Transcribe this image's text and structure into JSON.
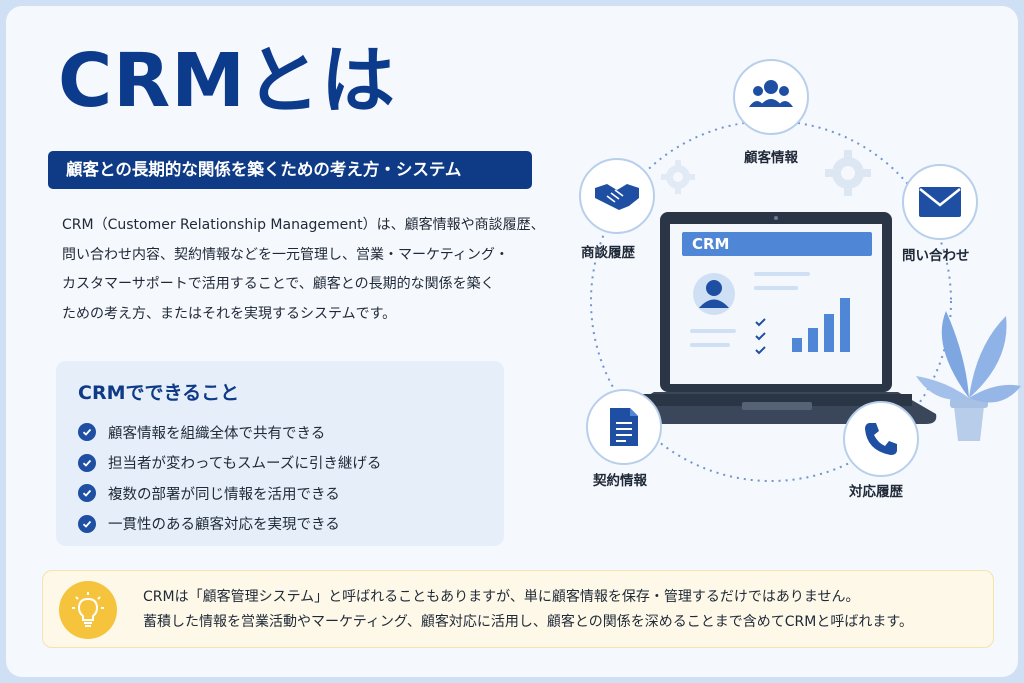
{
  "title": "CRMとは",
  "subtitle": "顧客との長期的な関係を築くための考え方・システム",
  "description": [
    "CRM（Customer Relationship Management）は、顧客情報や商談履歴、",
    "問い合わせ内容、契約情報などを一元管理し、営業・マーケティング・",
    "カスタマーサポートで活用することで、顧客との長期的な関係を築く",
    "ための考え方、またはそれを実現するシステムです。"
  ],
  "features": {
    "title": "CRMでできること",
    "items": [
      "顧客情報を組織全体で共有できる",
      "担当者が変わってもスムーズに引き継げる",
      "複数の部署が同じ情報を活用できる",
      "一貫性のある顧客対応を実現できる"
    ]
  },
  "diagram": {
    "screen_label": "CRM",
    "nodes": {
      "customer": "顧客情報",
      "inquiry": "問い合わせ",
      "negotiation": "商談履歴",
      "contract": "契約情報",
      "support": "対応履歴"
    }
  },
  "note": {
    "lines": [
      "CRMは「顧客管理システム」と呼ばれることもありますが、単に顧客情報を保存・管理するだけではありません。",
      "蓄積した情報を営業活動やマーケティング、顧客対応に活用し、顧客との関係を深めることまで含めてCRMと呼ばれます。"
    ]
  },
  "colors": {
    "primary": "#0f3a86",
    "accent": "#1e4fa3",
    "light_panel": "#e6eff9",
    "note_bg": "#fdf8e8",
    "bulb": "#f6c33d",
    "plant": "#7ea6e0"
  },
  "icons": [
    "people-icon",
    "envelope-icon",
    "handshake-icon",
    "document-icon",
    "phone-icon",
    "lightbulb-icon",
    "check-icon",
    "gear-icon",
    "laptop-icon",
    "plant-icon"
  ]
}
